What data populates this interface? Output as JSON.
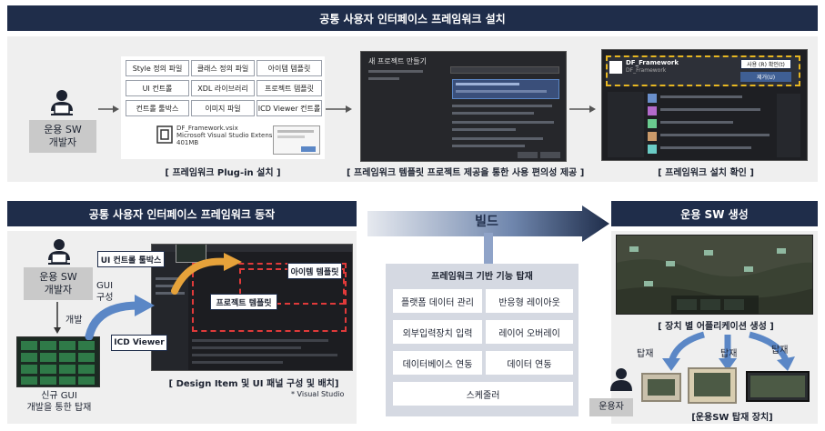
{
  "install": {
    "header": "공통 사용자 인터페이스 프레임워크 설치",
    "developer": "운용 SW\n개발자",
    "items": [
      "Style 정의 파일",
      "클래스 정의 파일",
      "아이템 템플릿",
      "UI 컨트롤",
      "XDL 라이브러리",
      "프로젝트 템플릿",
      "컨트롤 툴박스",
      "이미지 파일",
      "ICD Viewer 컨트롤"
    ],
    "file_name": "DF_Framework.vsix",
    "file_type": "Microsoft Visual Studio Extension",
    "file_size": "401MB",
    "caption_plugin": "[ 프레임워크 Plug-in 설치 ]",
    "dialog_title": "새 프로젝트 만들기",
    "caption_template": "[ 프레임워크 템플릿 프로젝트 제공을 통한 사용 편의성 제공 ]",
    "vs_item_name": "DF_Framework",
    "vs_item_sub": "DF_Framework",
    "vs_btn_primary": "사용 (R) 확인(t)",
    "vs_btn_secondary": "제거(U)",
    "caption_confirm": "[ 프레임워크 설치 확인 ]"
  },
  "operate": {
    "header": "공통 사용자 인터페이스 프레임워크 동작",
    "developer": "운용 SW\n개발자",
    "dev_label": "개발",
    "new_gui": "신규 GUI\n개발을 통한 탑재",
    "gui_label": "GUI\n구성",
    "ui_toolbox": "UI 컨트롤 툴박스",
    "item_template": "아이템 템플릿",
    "project_template": "프로젝트 템플릿",
    "icd_viewer": "ICD Viewer",
    "caption": "[ Design Item 및 UI 패널 구성 및 배치]",
    "note": "* Visual Studio"
  },
  "build": {
    "label": "빌드",
    "features_title": "프레임워크 기반 기능 탑재",
    "features": [
      "플랫폼 데이터 관리",
      "반응형 레이아웃",
      "외부입력장치 입력",
      "레이어 오버레이",
      "데이터베이스 연동",
      "데이터 연동"
    ],
    "scheduler": "스케줄러"
  },
  "generate": {
    "header": "운용 SW 생성",
    "caption_app": "[ 장치 별 어플리케이션 생성 ]",
    "mount": "탑재",
    "operator": "운용자",
    "caption_devices": "[운용SW 탑재 장치]"
  },
  "colors": {
    "header_bg": "#1f2d4a",
    "panel_bg": "#efefef",
    "gray_box": "#c9c9c9",
    "accent_blue": "#5b87c6",
    "arrow_orange": "#e6a23a",
    "dashed_red": "#e03a3a",
    "dashed_yellow": "#e7b722"
  }
}
